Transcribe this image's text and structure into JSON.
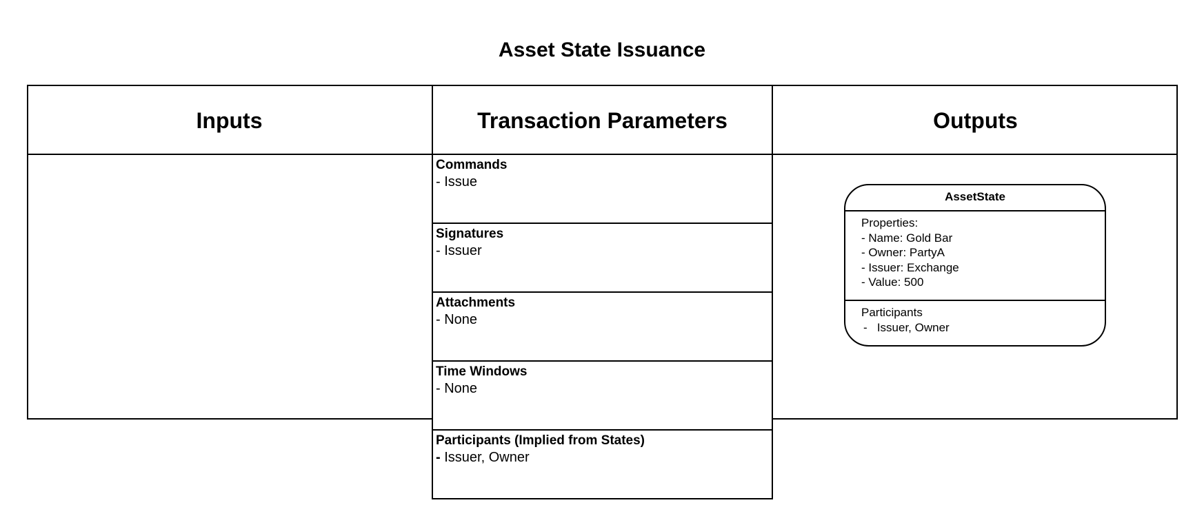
{
  "title": "Asset State Issuance",
  "columns": {
    "inputs": "Inputs",
    "parameters": "Transaction Parameters",
    "outputs": "Outputs"
  },
  "parameters": [
    {
      "heading": "Commands",
      "value": "Issue"
    },
    {
      "heading": "Signatures",
      "value": "Issuer"
    },
    {
      "heading": "Attachments",
      "value": "None"
    },
    {
      "heading": "Time Windows",
      "value": "None"
    },
    {
      "heading": "Participants (Implied from States)",
      "value": "Issuer, Owner"
    }
  ],
  "output_state": {
    "name": "AssetState",
    "properties_label": "Properties:",
    "properties": [
      "- Name: Gold Bar",
      "- Owner: PartyA",
      "- Issuer: Exchange",
      "- Value: 500"
    ],
    "participants_label": "Participants",
    "participants": "-   Issuer, Owner"
  }
}
